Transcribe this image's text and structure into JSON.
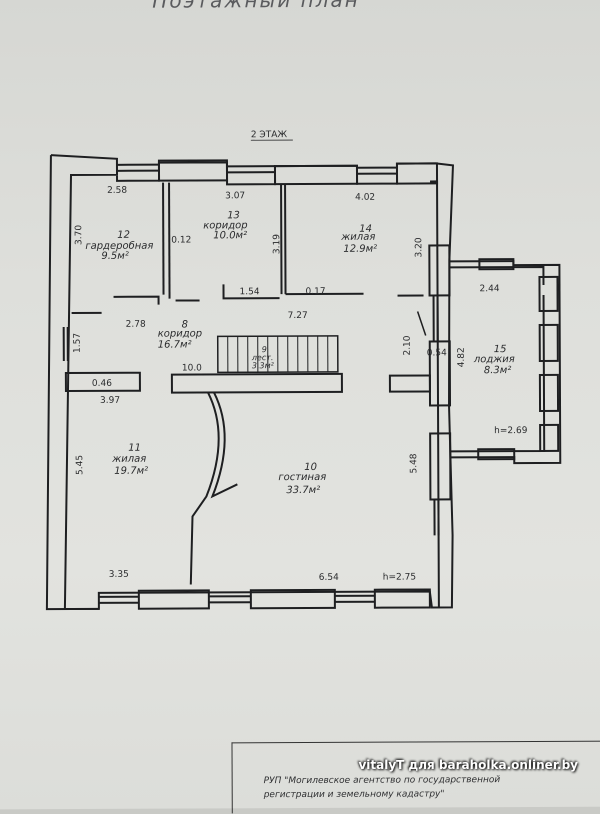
{
  "title": "Поэтажный план",
  "floor_label": "2 ЭТАЖ",
  "rooms": [
    {
      "num": "12",
      "name": "гардеробная",
      "area": "9.5м²"
    },
    {
      "num": "13",
      "name": "коридор",
      "area": "10.0м²"
    },
    {
      "num": "14",
      "name": "жилая",
      "area": "12.9м²"
    },
    {
      "num": "8",
      "name": "коридор",
      "area": "16.7м²"
    },
    {
      "num": "9",
      "name": "лест.",
      "area": "3.3м²"
    },
    {
      "num": "15",
      "name": "лоджия",
      "area": "8.3м²"
    },
    {
      "num": "11",
      "name": "жилая",
      "area": "19.7м²"
    },
    {
      "num": "10",
      "name": "гостиная",
      "area": "33.7м²"
    }
  ],
  "dimensions": {
    "d_258": "2.58",
    "d_307": "3.07",
    "d_402": "4.02",
    "d_370": "3.70",
    "d_012": "0.12",
    "d_319": "3.19",
    "d_320": "3.20",
    "d_244": "2.44",
    "d_154": "1.54",
    "d_017": "0.17",
    "d_278": "2.78",
    "d_727": "7.27",
    "d_157": "1.57",
    "d_210": "2.10",
    "d_054": "0.54",
    "d_482": "4.82",
    "d_046": "0.46",
    "d_100": "10.0",
    "d_397": "3.97",
    "d_269": "h=2.69",
    "d_545": "5.45",
    "d_548": "5.48",
    "d_335": "3.35",
    "d_654": "6.54",
    "d_275": "h=2.75"
  },
  "stamp": {
    "line1": "РУП \"Могилевское агентство по государственной",
    "line2": "регистрации и земельному кадастру\""
  },
  "watermark": "vitalyT для baraholka.onliner.by"
}
